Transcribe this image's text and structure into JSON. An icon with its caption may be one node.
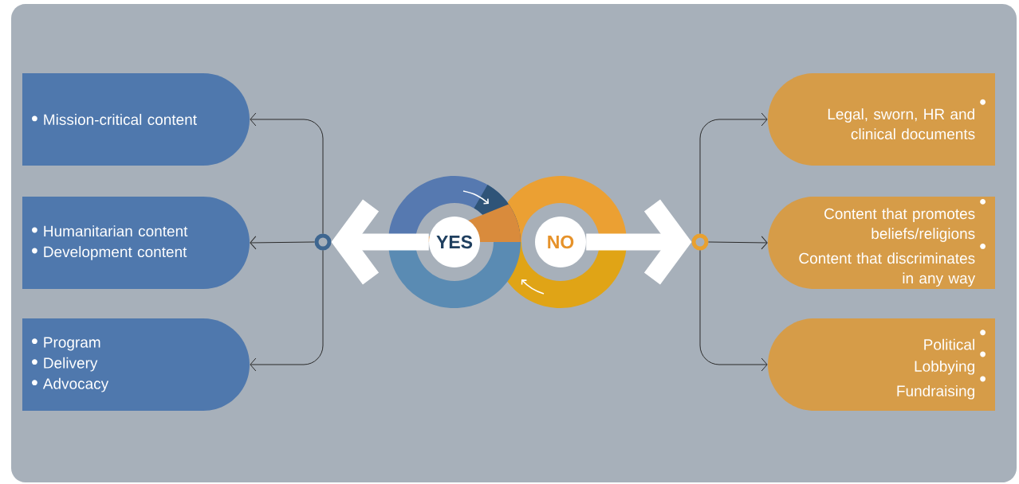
{
  "diagram": {
    "nodes": [
      {
        "text": [
          "YES"
        ]
      },
      {
        "text": [
          "NO"
        ]
      },
      {
        "text": [],
        "shape": "circle"
      },
      {
        "text": [],
        "shape": "circle"
      },
      {
        "text": [
          "Mission-critical content"
        ]
      },
      {
        "text": [
          "Humanitarian content",
          "Development content"
        ]
      },
      {
        "text": [
          "Program",
          "Delivery",
          "Advocacy"
        ]
      },
      {
        "text": [
          "Legal, sworn, HR and clinical documents"
        ]
      },
      {
        "text": [
          "Content that promotes beliefs/religions",
          "Content that discriminates in any way"
        ]
      },
      {
        "text": [
          "Political",
          "Lobbying",
          "Fundraising"
        ]
      }
    ],
    "edges": [
      {
        "from": 0,
        "to": 2,
        "arrow": "to",
        "style": "thick",
        "color": "#ffffff"
      },
      {
        "from": 1,
        "to": 3,
        "arrow": "to",
        "style": "thick",
        "color": "#ffffff"
      },
      {
        "from": 2,
        "to": 4,
        "arrow": "to"
      },
      {
        "from": 2,
        "to": 5,
        "arrow": "to"
      },
      {
        "from": 2,
        "to": 6,
        "arrow": "to"
      },
      {
        "from": 3,
        "to": 7,
        "arrow": "to"
      },
      {
        "from": 3,
        "to": 8,
        "arrow": "to"
      },
      {
        "from": 3,
        "to": 9,
        "arrow": "to"
      }
    ]
  }
}
